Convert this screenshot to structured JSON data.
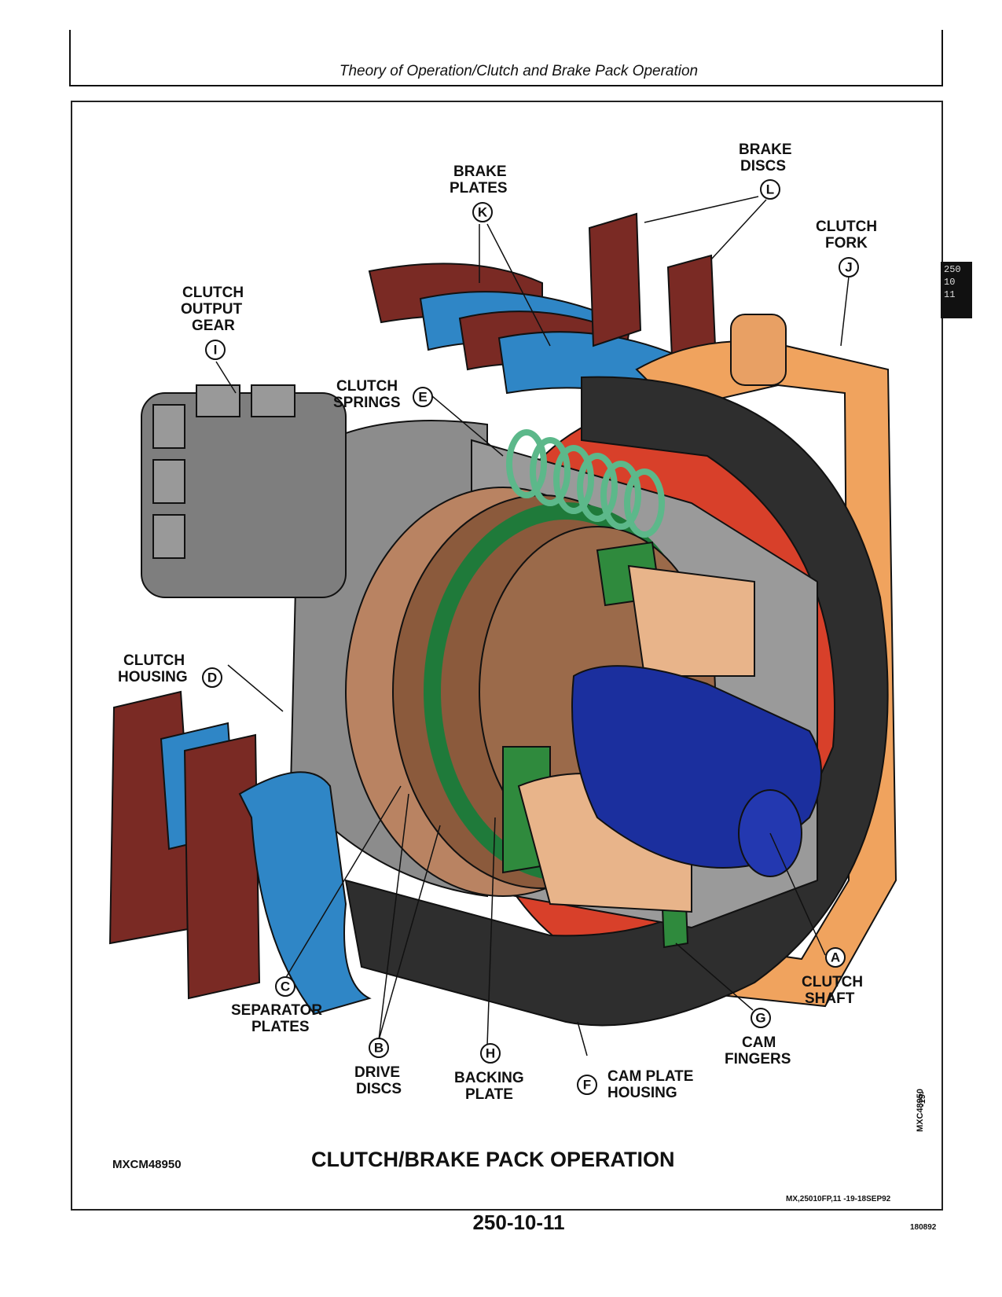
{
  "header": {
    "title": "Theory of Operation/Clutch and Brake Pack Operation"
  },
  "side_tab": {
    "lines": [
      "250",
      "10",
      "11"
    ]
  },
  "figure": {
    "id": "MXCM48950",
    "caption": "CLUTCH/BRAKE PACK OPERATION",
    "vertical_id": "MXC48950",
    "vertical_suffix": "-19-",
    "source_code": "MX,25010FP,11  -19-18SEP92",
    "callouts": [
      {
        "letter": "A",
        "lines": [
          "CLUTCH",
          "SHAFT"
        ]
      },
      {
        "letter": "B",
        "lines": [
          "DRIVE",
          "DISCS"
        ]
      },
      {
        "letter": "C",
        "lines": [
          "SEPARATOR",
          "PLATES"
        ]
      },
      {
        "letter": "D",
        "lines": [
          "CLUTCH",
          "HOUSING"
        ]
      },
      {
        "letter": "E",
        "lines": [
          "CLUTCH",
          "SPRINGS"
        ]
      },
      {
        "letter": "F",
        "lines": [
          "CAM PLATE",
          "HOUSING"
        ]
      },
      {
        "letter": "G",
        "lines": [
          "CAM",
          "FINGERS"
        ]
      },
      {
        "letter": "H",
        "lines": [
          "BACKING",
          "PLATE"
        ]
      },
      {
        "letter": "I",
        "lines": [
          "CLUTCH",
          "OUTPUT",
          "GEAR"
        ]
      },
      {
        "letter": "J",
        "lines": [
          "CLUTCH",
          "FORK"
        ]
      },
      {
        "letter": "K",
        "lines": [
          "BRAKE",
          "PLATES"
        ]
      },
      {
        "letter": "L",
        "lines": [
          "BRAKE",
          "DISCS"
        ]
      }
    ],
    "colors": {
      "brake_disc": "#7a2a24",
      "brake_plate": "#2f86c6",
      "housing_gray": "#8c8c8c",
      "dark_housing": "#2e2e2e",
      "drive_disc": "#8b5a3c",
      "backing_green": "#1f7a3a",
      "spring_green": "#5cb88a",
      "fork_orange": "#f0a35e",
      "shaft_blue": "#1b2f9e",
      "red_accent": "#d8402a",
      "tan": "#e8b48a"
    }
  },
  "page_number": "250-10-11",
  "stamp": "180892"
}
